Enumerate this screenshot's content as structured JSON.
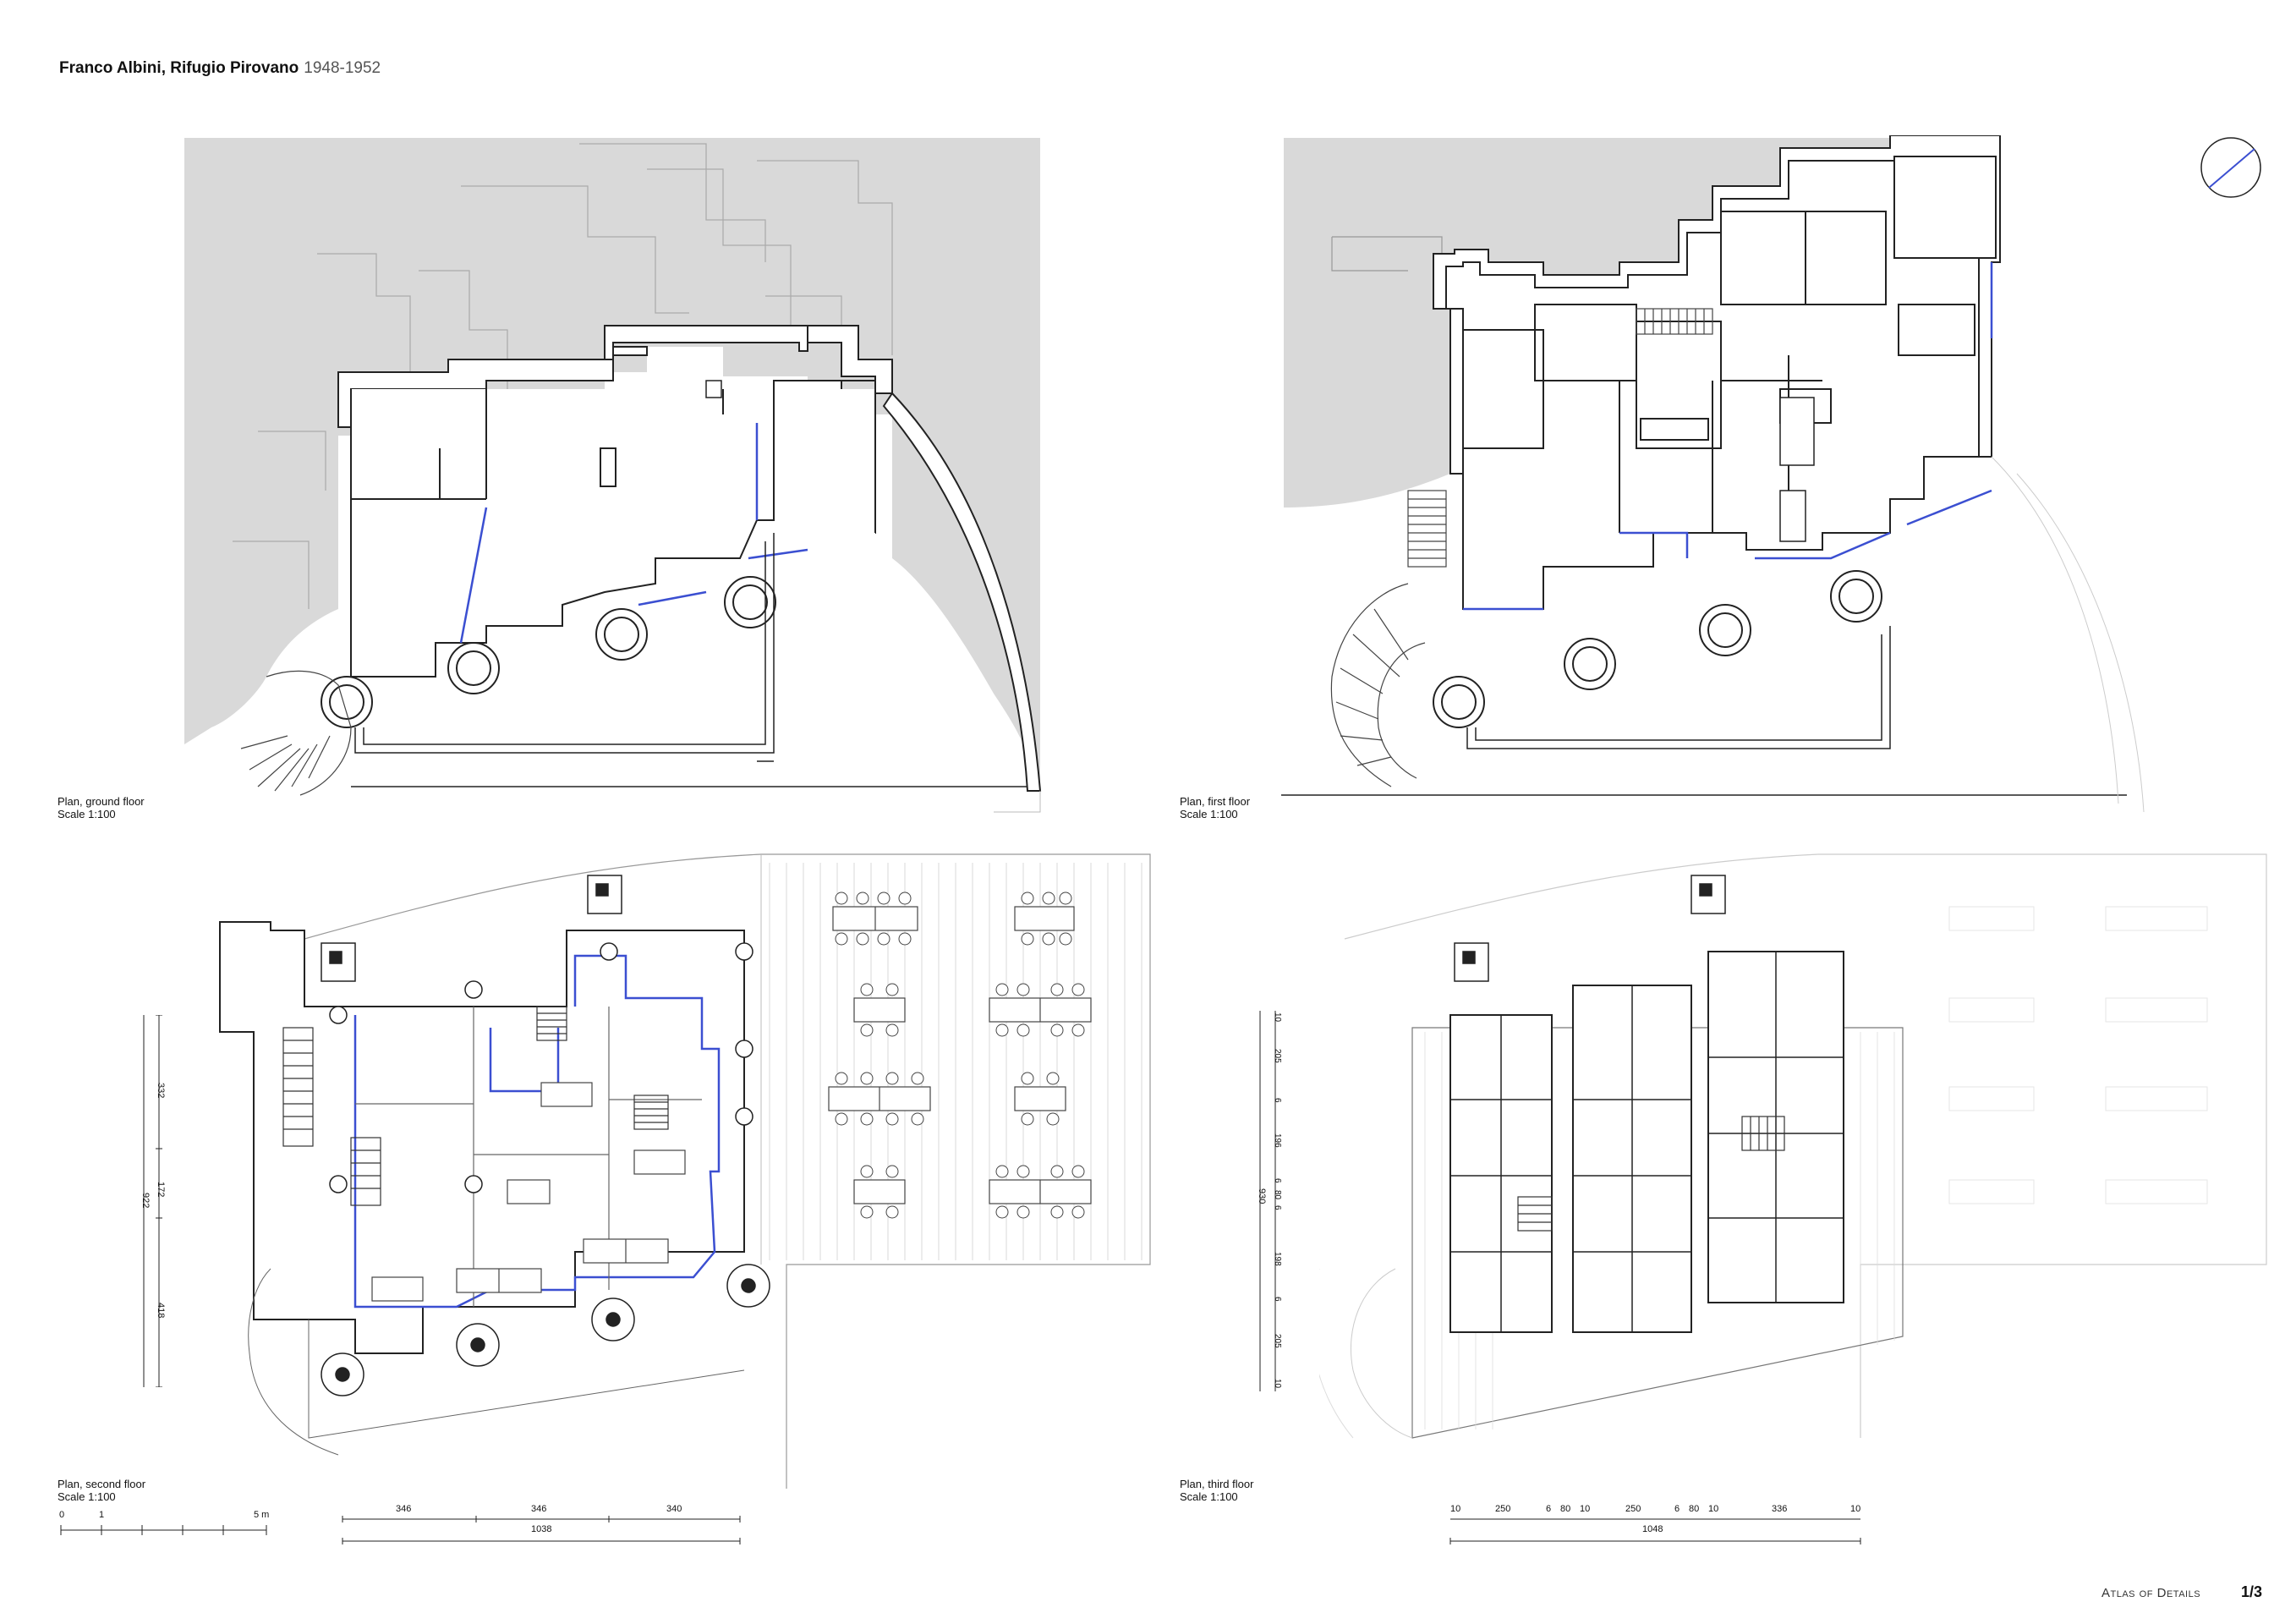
{
  "header": {
    "architect_project": "Franco Albini, Rifugio Pirovano",
    "years": "1948-1952"
  },
  "plans": [
    {
      "title": "Plan, ground floor",
      "scale": "Scale 1:100"
    },
    {
      "title": "Plan, first floor",
      "scale": "Scale 1:100"
    },
    {
      "title": "Plan, second floor",
      "scale": "Scale 1:100"
    },
    {
      "title": "Plan, third floor",
      "scale": "Scale 1:100"
    }
  ],
  "scale_bar": {
    "labels": [
      "0",
      "1",
      "5 m"
    ]
  },
  "dims_second_floor": {
    "horizontal": [
      "346",
      "346",
      "340"
    ],
    "horizontal_total": "1038",
    "vertical": [
      "332",
      "172",
      "418"
    ],
    "vertical_total": "922"
  },
  "dims_third_floor": {
    "horizontal": [
      "10",
      "250",
      "6",
      "80",
      "10",
      "250",
      "6",
      "80",
      "10",
      "336",
      "10"
    ],
    "horizontal_total": "1048",
    "vertical": [
      "10",
      "205",
      "6",
      "196",
      "6",
      "80",
      "6",
      "198",
      "6",
      "205",
      "10"
    ],
    "vertical_total": "930"
  },
  "footer": {
    "brand": "Atlas of Details",
    "page": "1/3"
  },
  "colors": {
    "terrain": "#d9d9d9",
    "accent": "#3b4fd1",
    "line": "#1a1a1a"
  }
}
